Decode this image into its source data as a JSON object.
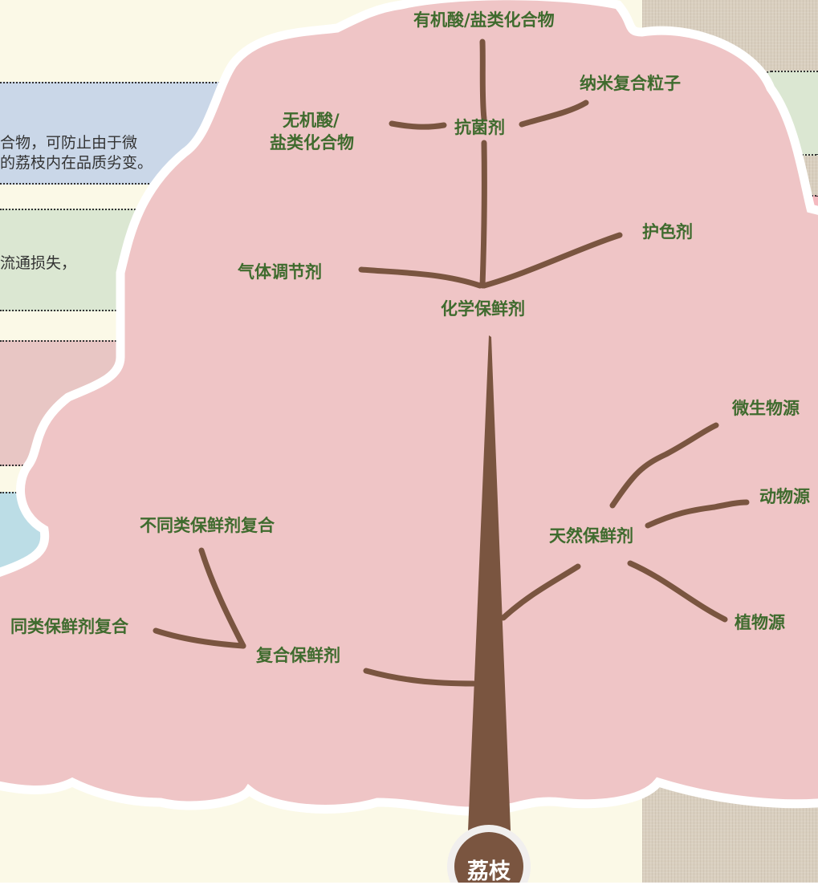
{
  "root": {
    "label": "荔枝"
  },
  "nodes": {
    "chemical": "化学保鲜剂",
    "antibacterial": "抗菌剂",
    "organic_acid": "有机酸/盐类化合物",
    "nano": "纳米复合粒子",
    "inorganic_line1": "无机酸/",
    "inorganic_line2": "盐类化合物",
    "color_protect": "护色剂",
    "gas_regulate": "气体调节剂",
    "natural": "天然保鲜剂",
    "microbial": "微生物源",
    "animal": "动物源",
    "plant": "植物源",
    "compound": "复合保鲜剂",
    "diff_compound": "不同类保鲜剂复合",
    "same_compound": "同类保鲜剂复合"
  },
  "side_text": {
    "blue_line1": "合物，可防止由于微",
    "blue_line2": "的荔枝内在品质劣变。",
    "green_line1": "流通损失，"
  },
  "colors": {
    "crown_fill": "#efc5c6",
    "crown_outline": "#ffffff",
    "branch": "#7a5540",
    "label": "#3f6b2e",
    "strip_blue": "#cad7e8",
    "strip_green": "#dbe7d2",
    "strip_rose": "#e8c6c4",
    "strip_cyan": "#bcdde6",
    "cream": "#fbf9e7"
  }
}
